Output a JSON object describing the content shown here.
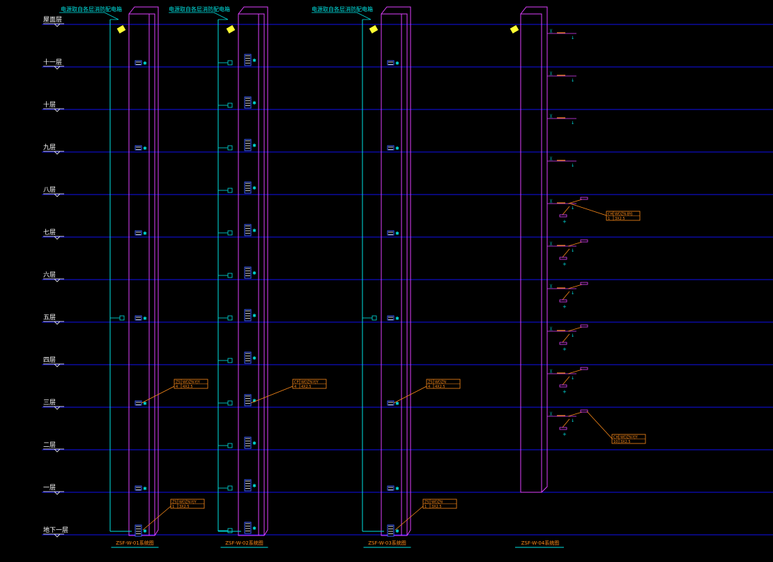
{
  "floors": [
    "屋面层",
    "十一层",
    "十层",
    "九层",
    "八层",
    "七层",
    "六层",
    "五层",
    "四层",
    "三层",
    "二层",
    "一层",
    "地下一层"
  ],
  "columns": [
    {
      "caption": "ZSF-W-01系统图",
      "top_note": "电源取自各层消防配电箱",
      "tag_floor": "三层",
      "tag": {
        "code": "ZS",
        "model": "WDZN-YJY",
        "qty": "4",
        "size": "4X2.5"
      }
    },
    {
      "caption": "ZSF-W-02系统图",
      "top_note": "电源取自各层消防配电箱",
      "tag_floor": "三层",
      "tag": {
        "code": "CP",
        "model": "WDZN-YJY",
        "qty": "4",
        "size": "4X2.5"
      }
    },
    {
      "caption": "ZSF-W-03系统图",
      "top_note": "电源取自各层消防配电箱",
      "tag_floor": "三层",
      "tag": {
        "code": "ZS",
        "model": "WDZN",
        "qty": "4",
        "size": "4X2.5"
      }
    },
    {
      "caption": "ZSF-W-04系统图",
      "top_note": "",
      "tag_floor": "",
      "tag": null
    }
  ],
  "basement_tags": [
    {
      "code": "ZS",
      "model": "WDZN-YJY",
      "qty": "1",
      "size": "3X2.5"
    },
    {
      "code": "ZS",
      "model": "WDZN",
      "qty": "1",
      "size": "3X2.5"
    }
  ],
  "right_tags": [
    {
      "code": "CH",
      "model": "WDZN-BYJ",
      "qty": "1",
      "size": "3X2.5"
    },
    {
      "code": "CH",
      "model": "WDZN-YJY",
      "qty": "10",
      "size": "3X2.5"
    }
  ],
  "colors": {
    "floor_line": "#1010f0",
    "label": "#ffffff",
    "shaft": "#e040ff",
    "feeder": "#00e5e5",
    "device": "#00e5e5",
    "tag": "#ff8c1a",
    "caption": "#ff8c1a",
    "top_note": "#00e5e5",
    "box": "#3a5cff"
  }
}
